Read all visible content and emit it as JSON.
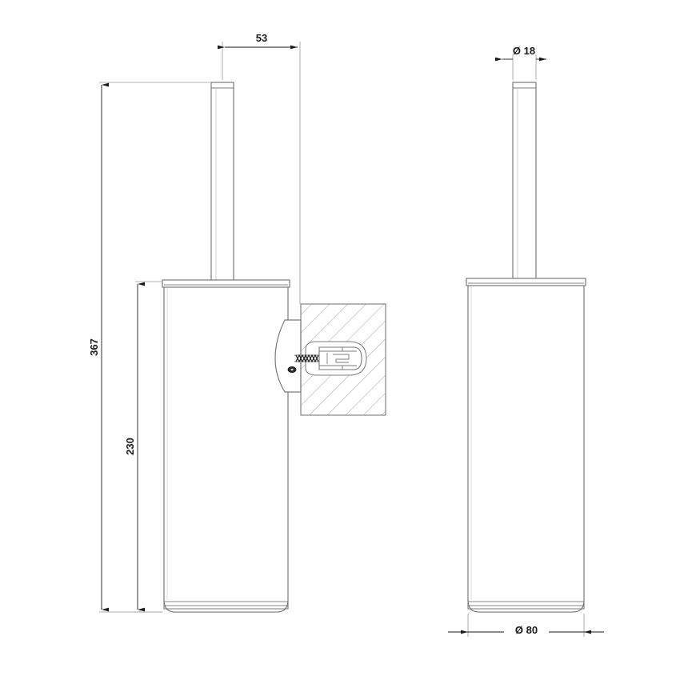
{
  "drawing": {
    "title": "Wall-mounted toilet brush holder technical drawing",
    "line_color": "#7a7a7a",
    "dim_line_color": "#9a9a9a",
    "text_color": "#1a1a1a",
    "hatch_color": "#9a9a9a",
    "background": "#ffffff"
  },
  "dimensions": {
    "projection_53": {
      "label": "53",
      "value": "53",
      "unit": "mm",
      "orientation": "horizontal",
      "view": "front"
    },
    "handle_diameter": {
      "label": "Ø 18",
      "symbol": "Ø",
      "value": "18",
      "unit": "mm",
      "orientation": "horizontal",
      "view": "side"
    },
    "total_height": {
      "label": "367",
      "value": "367",
      "unit": "mm",
      "orientation": "vertical",
      "view": "front"
    },
    "container_height": {
      "label": "230",
      "value": "230",
      "unit": "mm",
      "orientation": "vertical",
      "view": "front"
    },
    "container_diameter": {
      "label": "Ø 80",
      "symbol": "Ø",
      "value": "80",
      "unit": "mm",
      "orientation": "horizontal",
      "view": "side"
    }
  },
  "views": {
    "front": {
      "name": "front-view-with-wall-section",
      "parts": [
        "handle-rod",
        "container-body",
        "container-lid-rim",
        "container-base-rim",
        "wall-bracket",
        "wall-section",
        "wall-anchor-plug",
        "mounting-screw",
        "bracket-set-screw"
      ]
    },
    "side": {
      "name": "side-view",
      "parts": [
        "handle-rod",
        "container-body",
        "container-lid-rim",
        "container-base-rim"
      ]
    }
  }
}
